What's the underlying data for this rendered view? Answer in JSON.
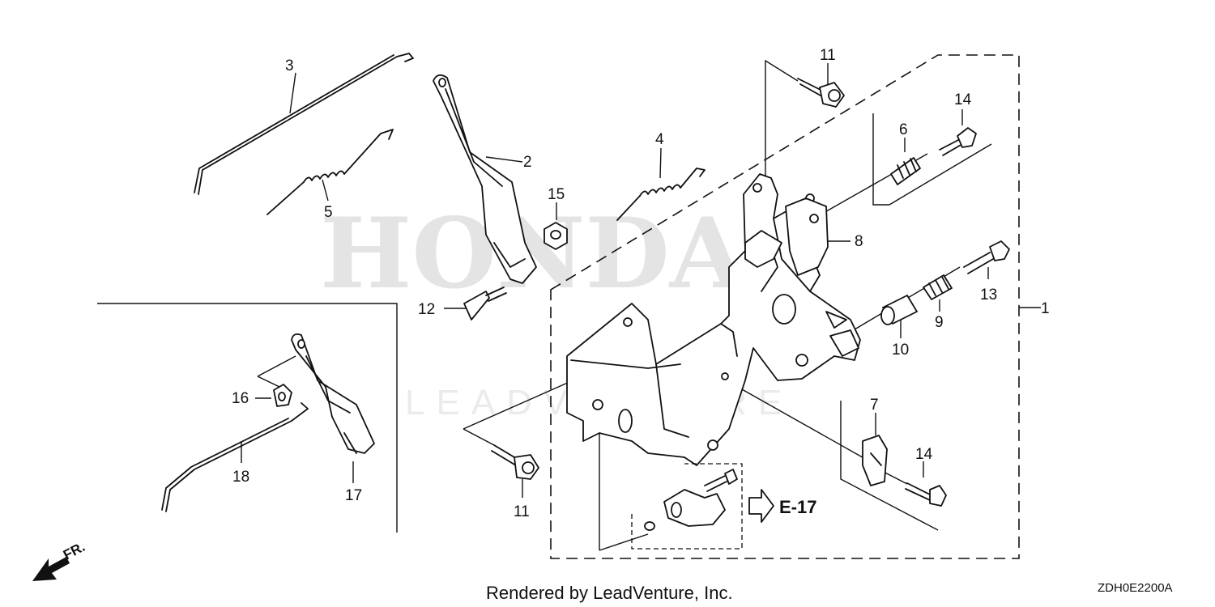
{
  "callouts": [
    {
      "id": "c1",
      "text": "1"
    },
    {
      "id": "c2",
      "text": "2"
    },
    {
      "id": "c3",
      "text": "3"
    },
    {
      "id": "c4",
      "text": "4"
    },
    {
      "id": "c5",
      "text": "5"
    },
    {
      "id": "c6",
      "text": "6"
    },
    {
      "id": "c7",
      "text": "7"
    },
    {
      "id": "c8",
      "text": "8"
    },
    {
      "id": "c9",
      "text": "9"
    },
    {
      "id": "c10",
      "text": "10"
    },
    {
      "id": "c11a",
      "text": "11"
    },
    {
      "id": "c11b",
      "text": "11"
    },
    {
      "id": "c12",
      "text": "12"
    },
    {
      "id": "c13",
      "text": "13"
    },
    {
      "id": "c14a",
      "text": "14"
    },
    {
      "id": "c14b",
      "text": "14"
    },
    {
      "id": "c15",
      "text": "15"
    },
    {
      "id": "c16",
      "text": "16"
    },
    {
      "id": "c17",
      "text": "17"
    },
    {
      "id": "c18",
      "text": "18"
    }
  ],
  "reference": {
    "label": "E-17"
  },
  "direction": {
    "label": "FR."
  },
  "footer": {
    "text": "Rendered by LeadVenture, Inc."
  },
  "diagram_code": "ZDH0E2200A",
  "watermark": {
    "brand": "HONDA",
    "sub": "LEADVENTURE"
  },
  "colors": {
    "line": "#111111",
    "background": "#ffffff",
    "watermark": "#d9d9d9"
  }
}
